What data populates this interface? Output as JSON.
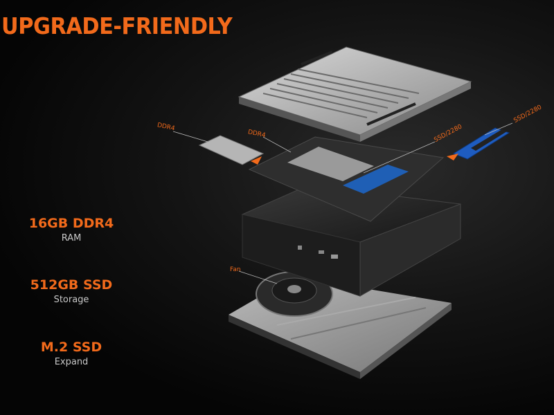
{
  "title": "UPGRADE-FRIENDLY",
  "specs": [
    {
      "value": "16GB DDR4",
      "label": "RAM"
    },
    {
      "value": "512GB SSD",
      "label": "Storage"
    },
    {
      "value": "M.2 SSD",
      "label": "Expand"
    }
  ],
  "callouts": {
    "ddr4_left": "DDR4",
    "ddr4_board": "DDR4",
    "ssd_board": "SSD/2280",
    "ssd_right": "SSD/2280",
    "fan": "Fan"
  },
  "colors": {
    "accent": "#f26a1b",
    "background": "#050505"
  }
}
